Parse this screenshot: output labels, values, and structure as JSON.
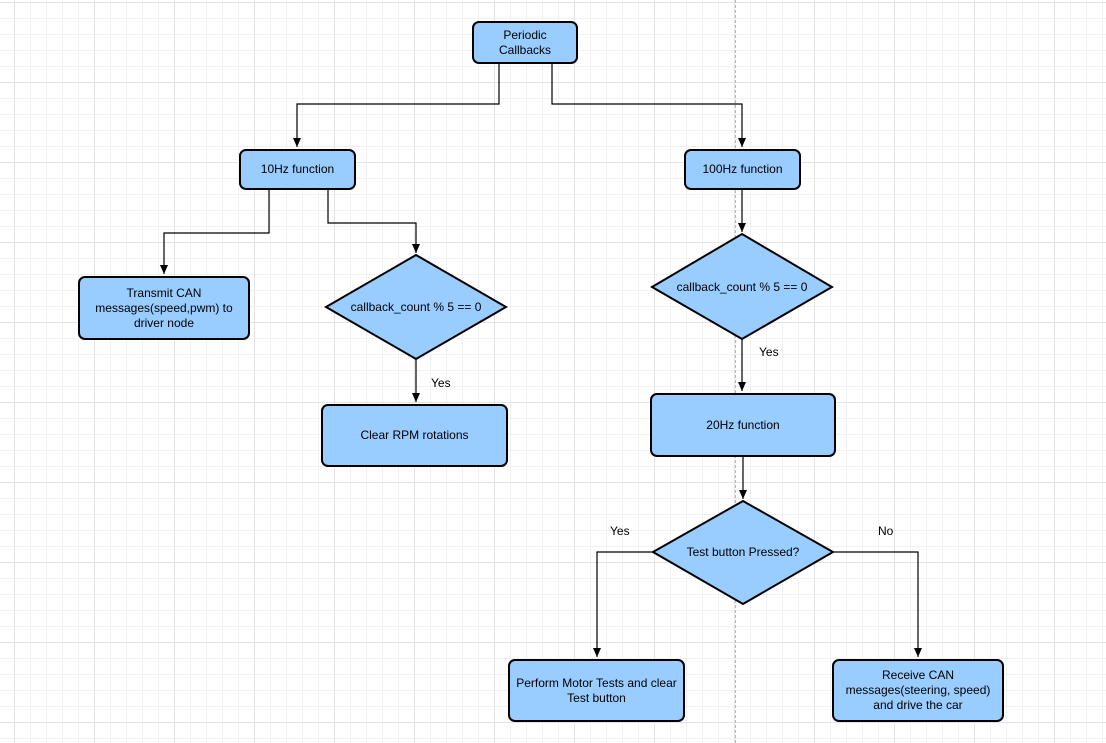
{
  "colors": {
    "node_fill": "#99ccff",
    "stroke": "#000000",
    "grid": "#e3e3e3"
  },
  "nodes": {
    "periodic": "Periodic Callbacks",
    "hz10": "10Hz function",
    "hz100": "100Hz function",
    "transmit": "Transmit CAN messages(speed,pwm) to driver node",
    "decision10": "callback_count % 5 == 0",
    "clear_rpm": "Clear RPM rotations",
    "decision100": "callback_count % 5 == 0",
    "hz20": "20Hz function",
    "test_decision": "Test button Pressed?",
    "motor_tests": "Perform Motor Tests and clear Test button",
    "receive": "Receive CAN messages(steering, speed) and drive the car"
  },
  "edge_labels": {
    "yes_clear": "Yes",
    "yes_20hz": "Yes",
    "yes_test": "Yes",
    "no_test": "No"
  }
}
